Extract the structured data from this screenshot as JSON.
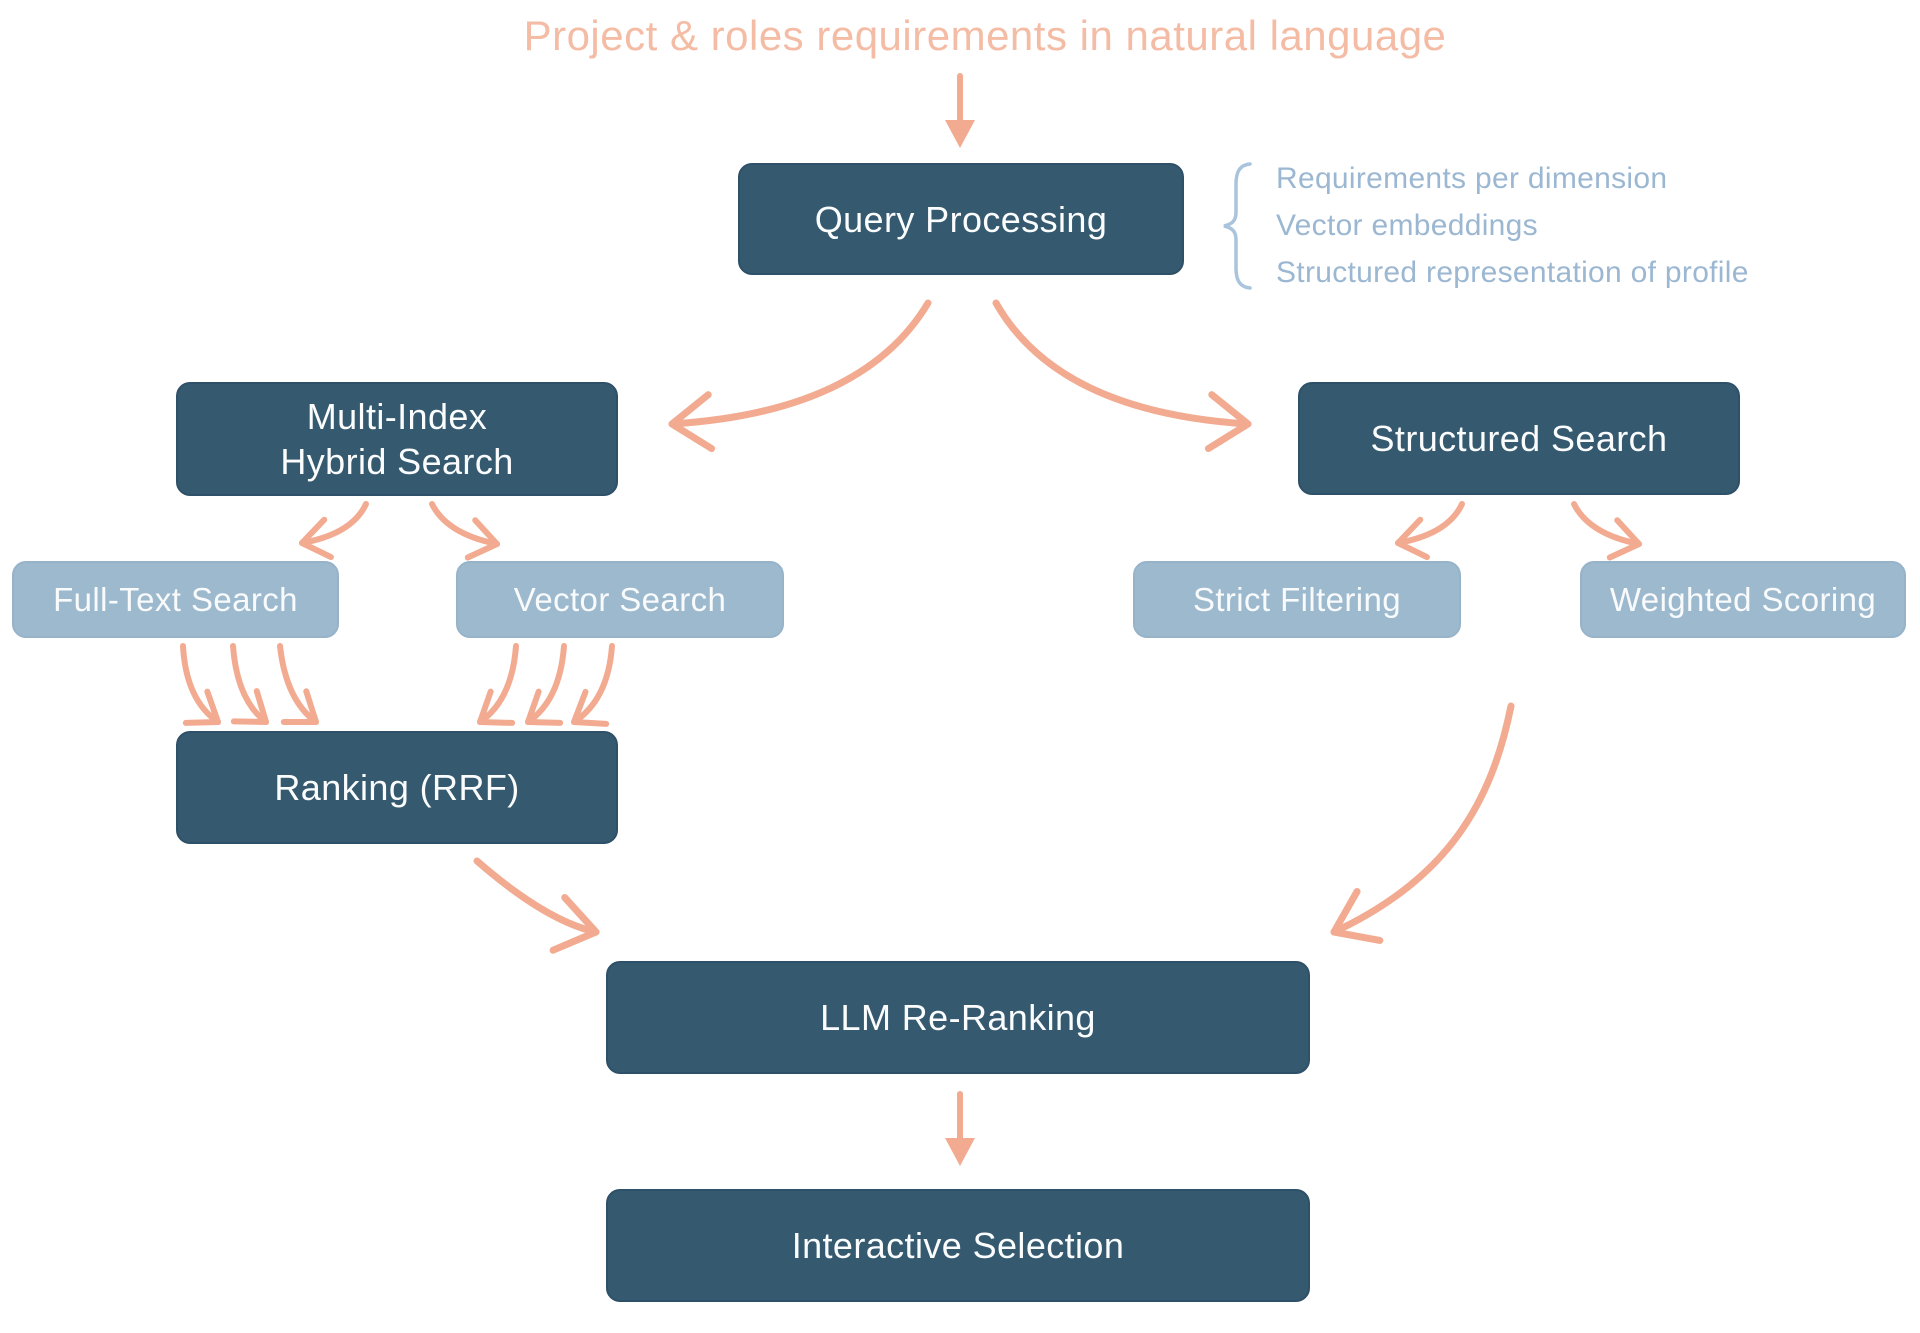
{
  "title": "Project & roles requirements in natural language",
  "nodes": {
    "query_processing": {
      "label": "Query Processing"
    },
    "multi_index_hybrid_search": {
      "label": "Multi-Index\nHybrid Search"
    },
    "structured_search": {
      "label": "Structured Search"
    },
    "full_text_search": {
      "label": "Full-Text Search"
    },
    "vector_search": {
      "label": "Vector Search"
    },
    "strict_filtering": {
      "label": "Strict Filtering"
    },
    "weighted_scoring": {
      "label": "Weighted Scoring"
    },
    "ranking_rrf": {
      "label": "Ranking (RRF)"
    },
    "llm_re_ranking": {
      "label": "LLM Re-Ranking"
    },
    "interactive_selection": {
      "label": "Interactive Selection"
    }
  },
  "query_processing_annotation": {
    "lines": [
      "Requirements per dimension",
      "Vector embeddings",
      "Structured representation of profile"
    ]
  },
  "colors": {
    "node_dark": "#35596F",
    "node_light": "#9DB9CE",
    "arrow_salmon": "#F2AB90",
    "title_text": "#F5BCA5",
    "annotation_text": "#9BB7D1",
    "node_text": "#FFFFFF",
    "background": "#FFFFFF"
  }
}
